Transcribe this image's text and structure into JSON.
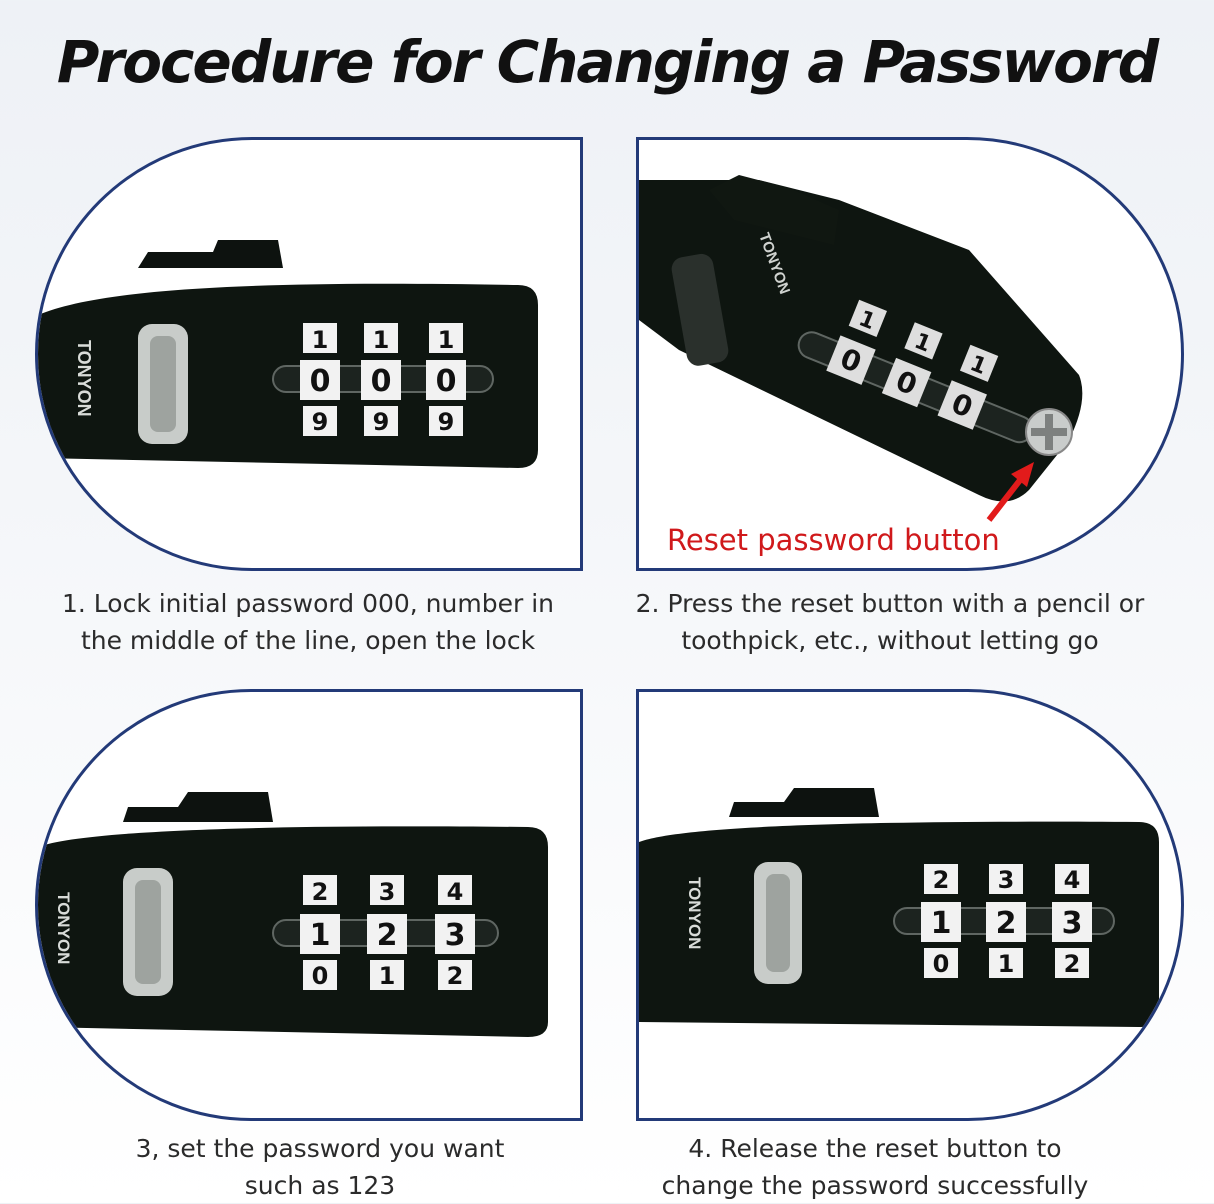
{
  "title": "Procedure for Changing a Password",
  "steps": [
    {
      "caption_line1": "1. Lock initial password 000, number in",
      "caption_line2": "the middle of the line, open the lock",
      "dial_top": [
        "1",
        "1",
        "1"
      ],
      "dial_mid": [
        "0",
        "0",
        "0"
      ],
      "dial_bot": [
        "9",
        "9",
        "9"
      ]
    },
    {
      "caption_line1": "2. Press the reset button with a pencil or",
      "caption_line2": "toothpick, etc., without letting go",
      "dial_top": [
        "1",
        "1",
        "1"
      ],
      "dial_mid": [
        "0",
        "0",
        "0"
      ],
      "callout": "Reset password button"
    },
    {
      "caption_line1": "3, set the password you want",
      "caption_line2": "such as 123",
      "dial_top": [
        "2",
        "3",
        "4"
      ],
      "dial_mid": [
        "1",
        "2",
        "3"
      ],
      "dial_bot": [
        "0",
        "1",
        "2"
      ]
    },
    {
      "caption_line1": "4. Release the reset button to",
      "caption_line2": "change the password successfully",
      "dial_top": [
        "2",
        "3",
        "4"
      ],
      "dial_mid": [
        "1",
        "2",
        "3"
      ],
      "dial_bot": [
        "0",
        "1",
        "2"
      ]
    }
  ],
  "brand_text": "TONYON",
  "colors": {
    "frame": "#233a78",
    "callout": "#d0191b",
    "lock_body": "#101712"
  }
}
